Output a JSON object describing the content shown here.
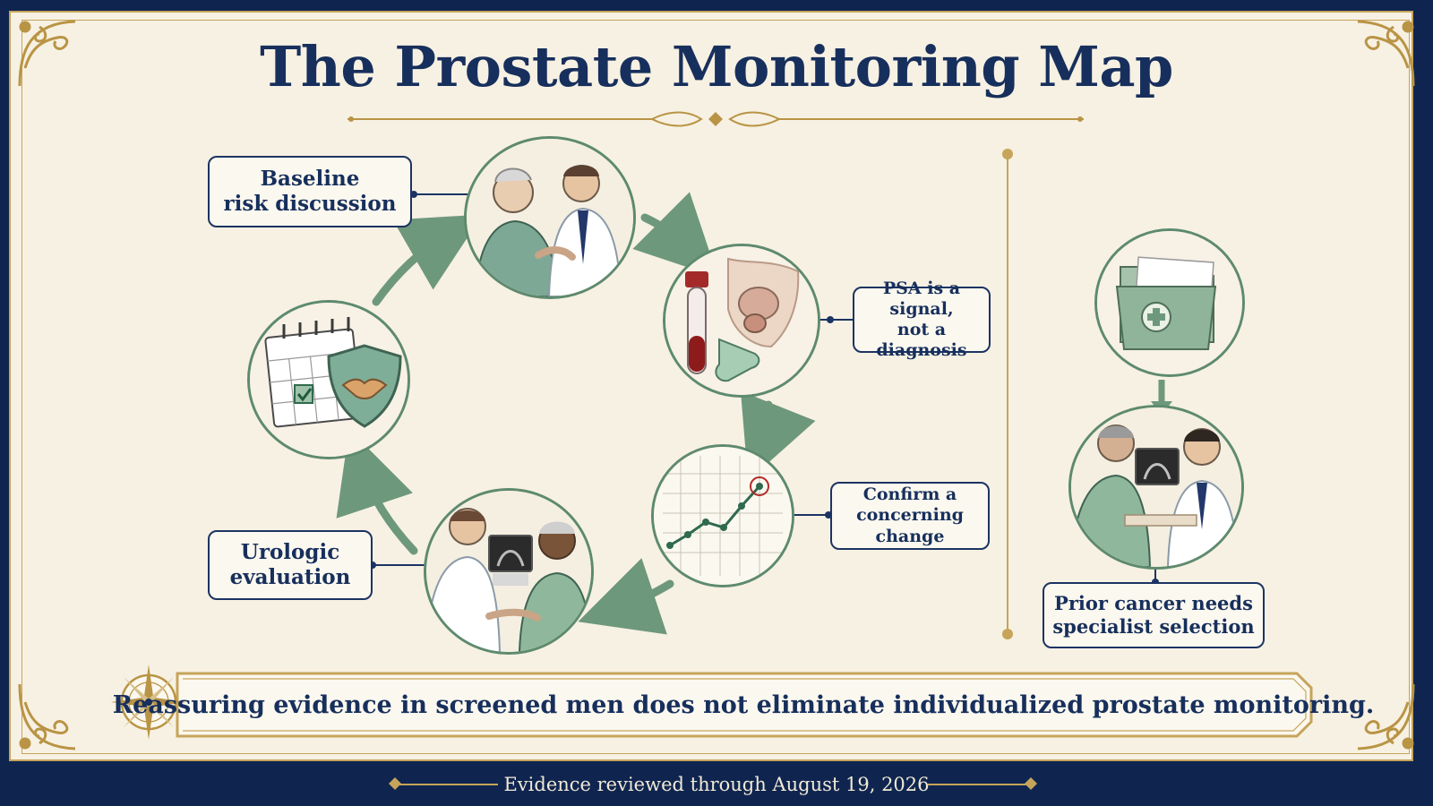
{
  "title": "The Prostate Monitoring Map",
  "cycle": {
    "steps": [
      {
        "id": "baseline",
        "label_lines": [
          "Baseline",
          "risk discussion"
        ],
        "icon": "doctor-patient-consult-icon"
      },
      {
        "id": "psa",
        "label_lines": [
          "PSA is a signal,",
          "not a diagnosis"
        ],
        "icon": "blood-tube-anatomy-icon"
      },
      {
        "id": "confirm",
        "label_lines": [
          "Confirm a",
          "concerning change"
        ],
        "icon": "rising-trend-chart-icon"
      },
      {
        "id": "urologic",
        "label_lines": [
          "Urologic",
          "evaluation"
        ],
        "icon": "ultrasound-consult-icon"
      },
      {
        "id": "followup",
        "label_lines": [],
        "icon": "calendar-shield-handshake-icon"
      }
    ]
  },
  "side": {
    "icons": [
      "medical-folder-icon",
      "specialist-consult-icon"
    ],
    "label_lines": [
      "Prior cancer needs",
      "specialist selection"
    ]
  },
  "banner": {
    "text": "Reassuring evidence in screened men does not eliminate individualized prostate monitoring.",
    "icon": "compass-rose-icon"
  },
  "footer": {
    "text": "Evidence reviewed through August 19, 2026"
  },
  "colors": {
    "navy": "#172f5c",
    "gold": "#c6a45a",
    "sage": "#5e8a6e",
    "cream": "#f7f1e3"
  }
}
